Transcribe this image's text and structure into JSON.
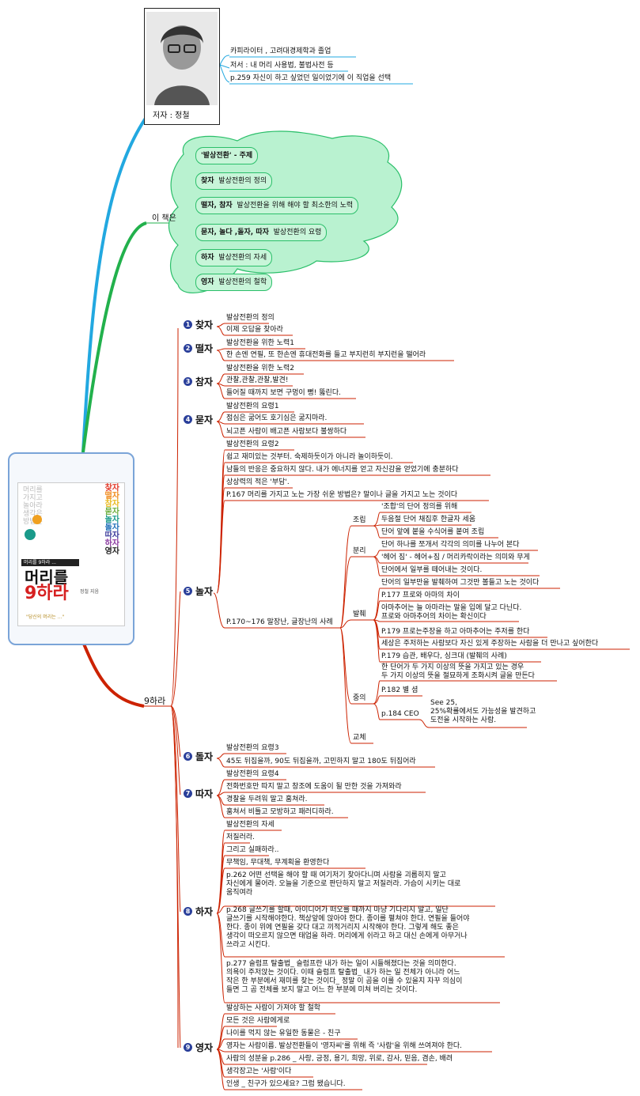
{
  "colors": {
    "red": "#cc2200",
    "blue": "#22a8e0",
    "green": "#22b14c",
    "cloud": "#b9f2d0",
    "badge": "#2a3f9a"
  },
  "author": {
    "caption": "저자 : 정철",
    "items": [
      "카피라이터 , 고려대경제학과 졸업",
      "저서 : 내 머리 사용법, 불법사전 등",
      "p.259 자신이 하고 싶었던 일이었기에 이 직업을 선택"
    ]
  },
  "about": {
    "label": "이 책은",
    "items": [
      {
        "k": "'발상전환' - 주제",
        "v": ""
      },
      {
        "k": "찾자",
        "v": "발상전환의 정의"
      },
      {
        "k": "떨자, 참자",
        "v": "발상전환을 위해 해야 할 최소한의 노력"
      },
      {
        "k": "묻자, 놀다 ,돌자, 따자",
        "v": "발상전환의 요령"
      },
      {
        "k": "하자",
        "v": "발상전환의 자세"
      },
      {
        "k": "영자",
        "v": "발상전환의 철학"
      }
    ]
  },
  "root": {
    "label": "9하라"
  },
  "book": {
    "side_words": [
      "머리를",
      "가지고",
      "놀아라",
      "생각은",
      "방법은",
      "",
      "",
      ""
    ],
    "words": [
      "찾자",
      "떨자",
      "참자",
      "묻자",
      "놀자",
      "돌자",
      "따자",
      "하자",
      "영자"
    ],
    "band": "머리를 9하라 ...",
    "title1": "머리를",
    "title2": "9하라",
    "author": "정철 지음",
    "tagline": "\"당신의 머리는 ...\""
  },
  "s1": {
    "num": "1",
    "label": "찾자",
    "items": [
      "발상전환의 정의",
      "이제 오답을 찾아라"
    ]
  },
  "s2": {
    "num": "2",
    "label": "떨자",
    "items": [
      "발상전환을 위한 노력1",
      "한 손엔 연필, 또 한손엔 휴대전화를 들고 부지런히 부지런을 떨어라"
    ]
  },
  "s3": {
    "num": "3",
    "label": "참자",
    "items": [
      "발상전환을 위한 노력2",
      "관찰,관찰,관찰,발견!",
      "들어질 때까지 보면 구멍이 뻥! 뚫린다."
    ]
  },
  "s4": {
    "num": "4",
    "label": "묻자",
    "items": [
      "발상전환의 요령1",
      "점심은 굶어도 호기심은 굶지마라.",
      "뇌고픈 사람이 배고픈 사람보다 불쌍하다"
    ]
  },
  "s5": {
    "num": "5",
    "label": "놀자",
    "items": [
      "발상전환의 요령2",
      "쉽고 재미있는 것부터. 숙제하듯이가 아니라 놀이하듯이.",
      "남들의 반응은 중요하지 않다. 내가 에너지를 얻고 자신감을 얻었기에 충분하다",
      "상상력의 적은 '부담'.",
      "P.167 머리를 가지고 노는 가장 쉬운 방법은? 말이나 글을 가지고 노는 것이다"
    ],
    "case": "P.170~176 말장난, 글장난의 사례",
    "groups": {
      "g1": {
        "label": "조립",
        "items": [
          "'조합'의 단어 정의를 위해",
          "두음절 단어 채집후 한글자 세움",
          "단어 앞에 붙을 수식어를 붙여 조립"
        ]
      },
      "g2": {
        "label": "분리",
        "items": [
          "단어 하나를 쪼개서 각각의 의미를 나누어 본다",
          "'헤어 짐' - 헤어+짐 / 머리카락이라는 의미와 무게",
          "단어에서 일부를 떼어내는 것이다."
        ]
      },
      "g3": {
        "label": "발췌",
        "items": [
          "단어의 일부만을 발췌하여 그것만 볼들고 노는 것이다",
          "P.177 프로와 아마의 차이",
          "아마추어는 늘 아마라는 말을 입에 달고 다닌다.\n프로와 아마추어의 차이는 확신이다",
          "P.179 프로는주장을 하고 아마추어는 주저를 한다",
          "세상은 주저하는 사람보다 자신 있게 주장하는 사람을 더 만나고 싶어한다",
          "P.179 습관, 배우다, 싱크대 (발췌의 사례)"
        ]
      },
      "g4": {
        "label": "중의",
        "items": [
          "한 단어가 두 가지 이상의 뜻을 가지고 있는 경우\n두 가지 이상의 뜻을 절묘하게 조화시켜 글을 만든다",
          "P.182 별 셤",
          "p.184 CEO"
        ],
        "ceo": "See 25,\n25%확률에서도 가능성을 발견하고\n도전을 시작하는 사람."
      },
      "g5": {
        "label": "교체"
      }
    }
  },
  "s6": {
    "num": "6",
    "label": "돌자",
    "items": [
      "발상전환의 요령3",
      "45도 뒤집을까, 90도 뒤집을까, 고민하지 말고 180도 뒤집어라"
    ]
  },
  "s7": {
    "num": "7",
    "label": "따자",
    "items": [
      "발상전환의 요령4",
      "전화번호만 따지 말고 창조에 도움이 될 만한 것을 가져와라",
      "경찰을 두려워 말고 훔쳐라.",
      "훔쳐서 비틀고 모방하고 패러디하라."
    ]
  },
  "s8": {
    "num": "8",
    "label": "하자",
    "items": [
      "발상전환의 자세",
      "저질러라.",
      "그리고 실패하라..",
      "무책임, 무대책, 무계획을 환영한다",
      "p.262 어떤 선택을 해야 할 때 여기저기 찾아다니며 사람을 괴롭히지 말고\n자신에게 물어라. 오늘을 기준으로 판단하지 말고 저질러라. 가슴이 시키는 대로\n움직여라",
      "p.268 글쓰기를 할때, 아이디어가 떠오를 때까지 마냥 기다리지 말고, 일단\n글쓰기를 시작해야한다. 책상앞에 앉아야 한다. 종이를 펼쳐야 한다. 연필을 들어야\n한다. 종이 위에 연필을 갖다 대고 끼적거리지 시작해야 한다. 그렇게 해도 좋은\n생각이 떠오르지 않으면 태업을 하라. 머리에게 쉬라고 하고 대신 손에게 아무거나\n쓰라고 시킨다.",
      "p.277 슬럼프 탈출법_ 슬럼프란 내가 하는 일이 시들해졌다는 것을 의미한다.\n의욕이 주저앉는 것이다. 이때 슬럼프 탈출법_ 내가 하는 일 전체가 아니라 어느\n작은 한 부분에서 재미를 찾는 것이다_ 정말 이 곰을 이룰 수 있을지 자꾸 의심이\n들면 그 곰 전체를 보지 말고 어느 한 부분에 미쳐 버리는 것이다."
    ]
  },
  "s9": {
    "num": "9",
    "label": "영자",
    "items": [
      "발상하는 사람이 가져야 할 철학",
      "모든 것은 사람에게로",
      "나이를 먹지 않는 유일한 동물은 - 친구",
      "영자는 사람이름. 발상전환들이 '영자씨'를 위해 즉 '사람'을 위해 쓰여져야 한다.",
      "사람의 성분을 p.286 _ 사랑, 긍정, 용기, 희망, 위로, 감사, 믿음, 겸손, 배려",
      "생각장고는 '사람'이다",
      "인생 _ 친구가 있으세요? 그럼 됐습니다."
    ]
  }
}
